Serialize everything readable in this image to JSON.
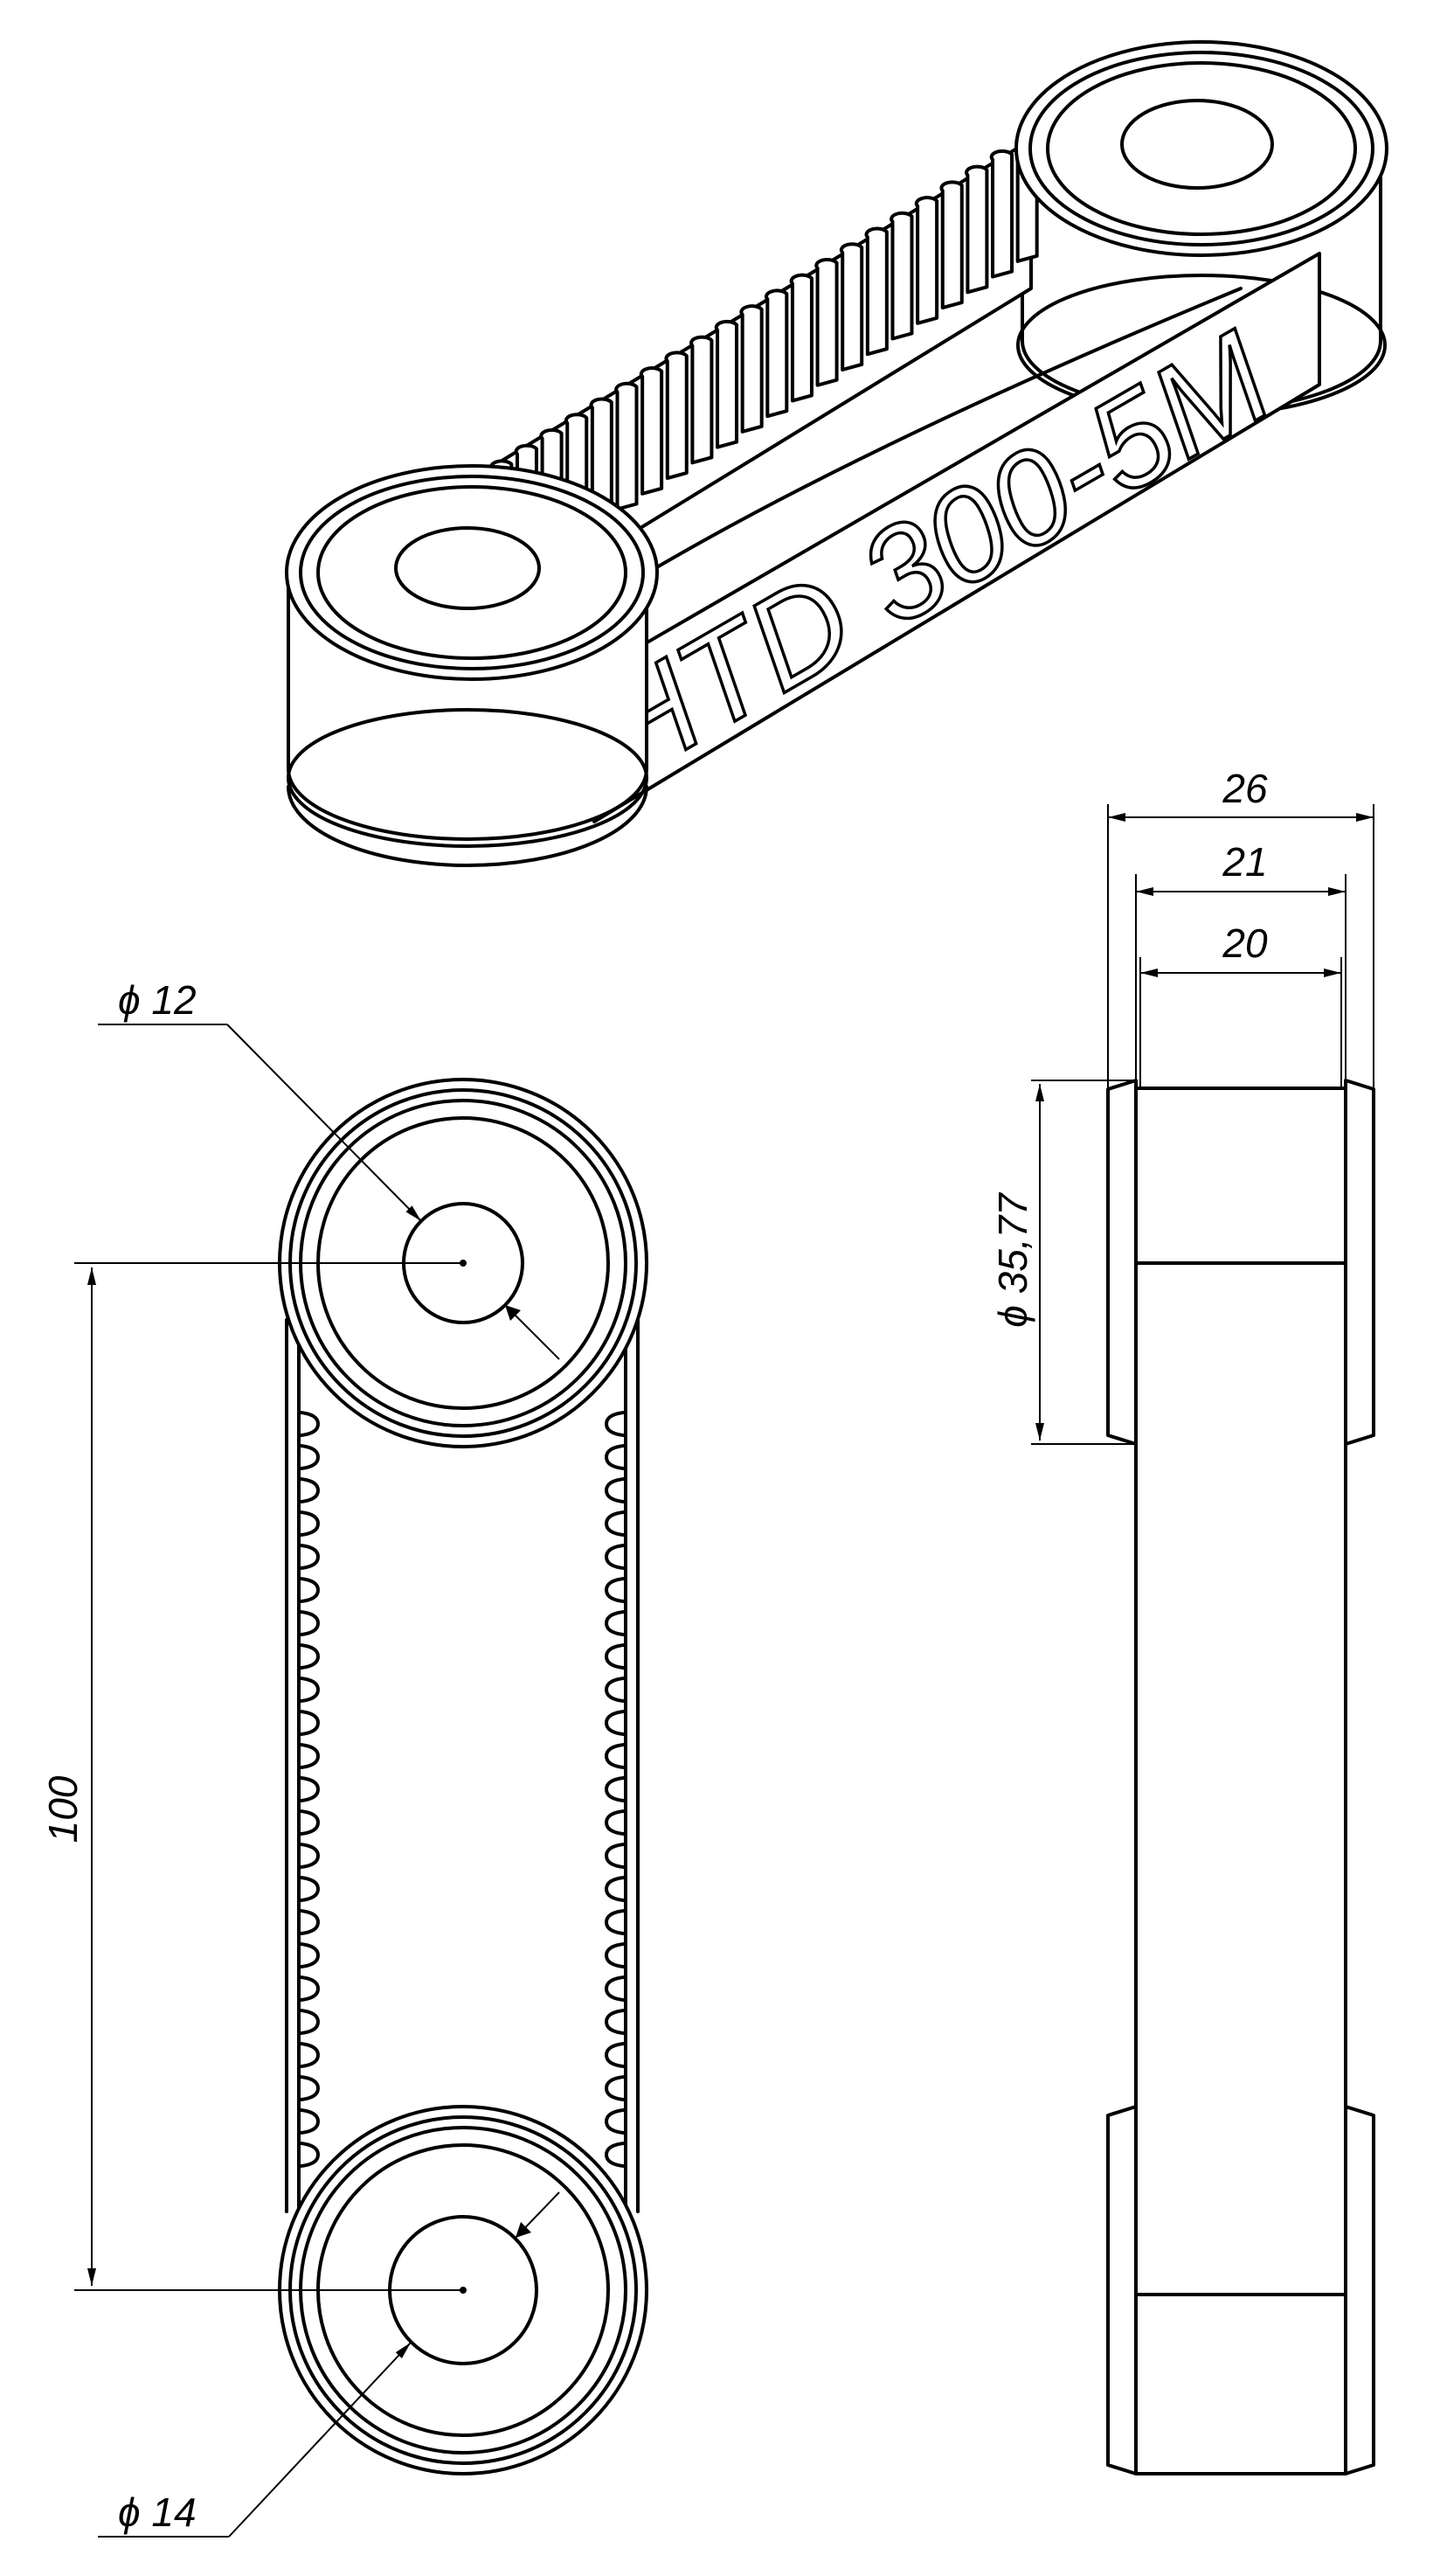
{
  "belt_label": "HTD 300-5M",
  "dimensions": {
    "top_bore": "ϕ 12",
    "bottom_bore": "ϕ 14",
    "center_distance": "100",
    "overall_width": "26",
    "flange_inner_width": "21",
    "belt_width": "20",
    "pulley_diameter": "ϕ 35,77"
  },
  "colors": {
    "line": "#000000",
    "paper": "#ffffff"
  }
}
